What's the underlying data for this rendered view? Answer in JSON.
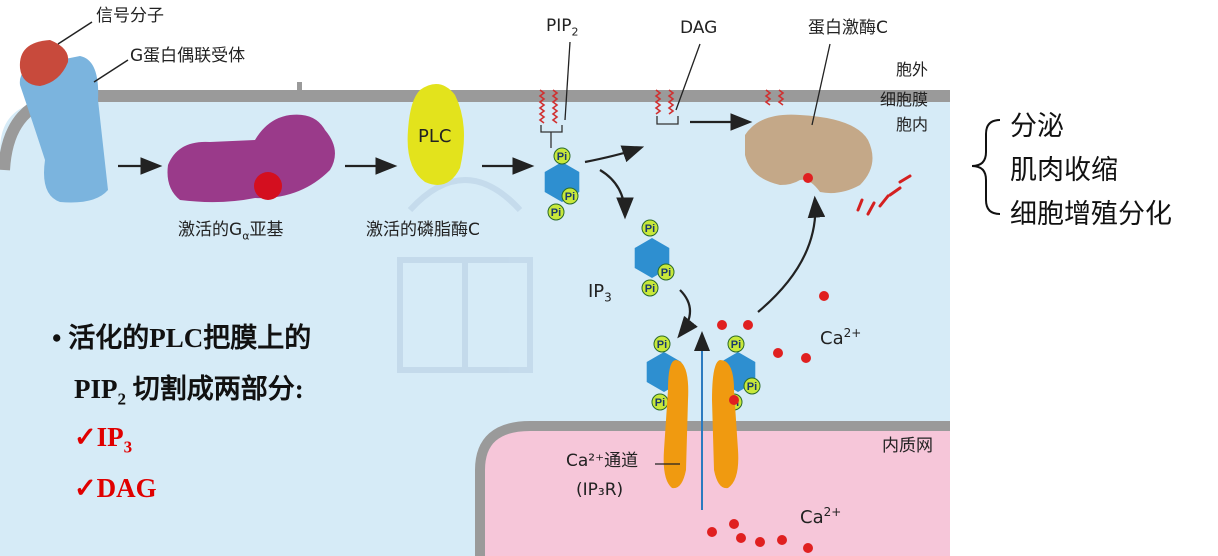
{
  "labels": {
    "signal_molecule": "信号分子",
    "gpcr": "G蛋白偶联受体",
    "pip2_base": "PIP",
    "pip2_sub": "2",
    "dag": "DAG",
    "pkc": "蛋白激酶C",
    "outside": "胞外",
    "membrane": "细胞膜",
    "inside": "胞内",
    "activated_g_pre": "激活的G",
    "activated_g_sub": "α",
    "activated_g_post": "亚基",
    "plc_protein": "PLC",
    "activated_plc": "激活的磷脂酶C",
    "ip3_base": "IP",
    "ip3_sub": "3",
    "ca_base": "Ca",
    "ca_sup": "2+",
    "er": "内质网",
    "channel_line1": "Ca²⁺通道",
    "channel_line2": "(IP₃R)",
    "pi": "Pi"
  },
  "effects": [
    "分泌",
    "肌肉收缩",
    "细胞增殖分化"
  ],
  "bullet": {
    "marker": "•",
    "line1": "活化的PLC把膜上的",
    "line2_base": "PIP",
    "line2_sub": "2",
    "line2_rest": " 切割成两部分:",
    "check": "✓",
    "item1_base": "IP",
    "item1_sub": "3",
    "item2": "DAG"
  },
  "colors": {
    "cytoplasm": "#d6ebf7",
    "membrane": "#9a9a9a",
    "er": "#f6c6d9",
    "gpcr": "#7bb4de",
    "signal": "#c84a3c",
    "g_alpha": "#9a3a8a",
    "plc": "#e3e31c",
    "pkc": "#c4a888",
    "ip3": "#2e8fd0",
    "channel": "#f09a10",
    "calcium": "#e02020",
    "highlight": "#e00000"
  }
}
